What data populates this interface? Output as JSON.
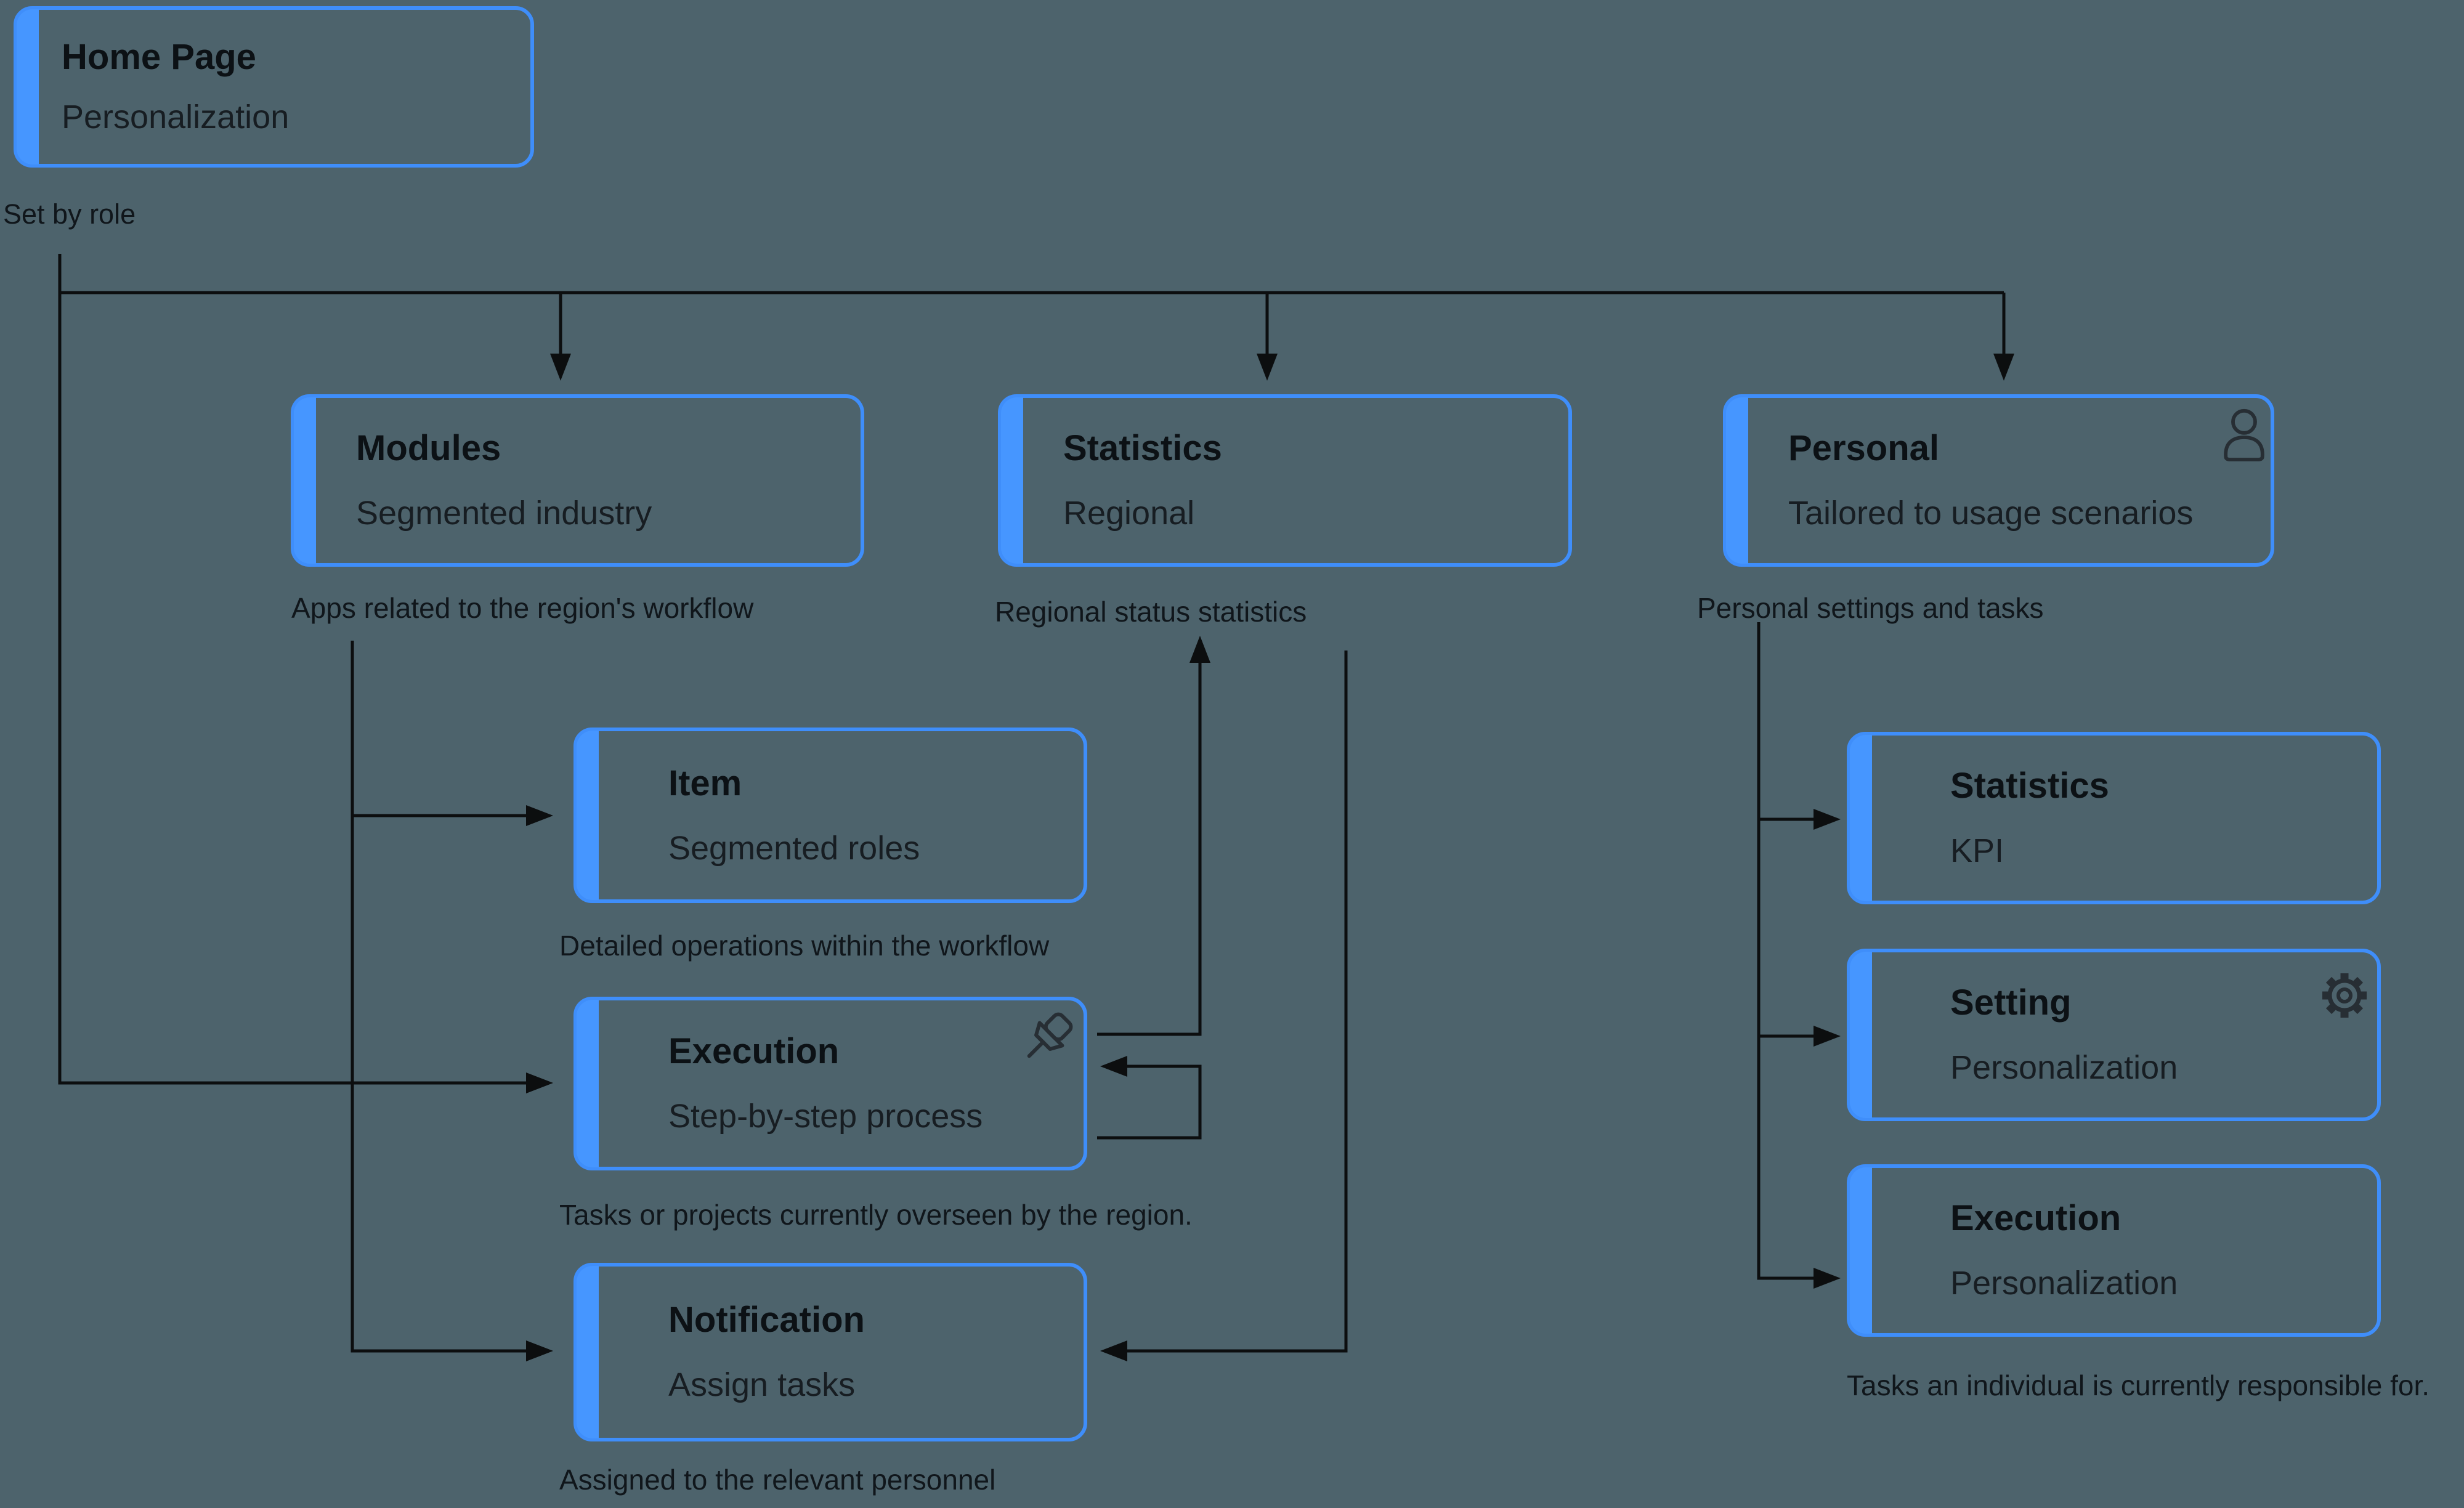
{
  "diagram": {
    "background_color": "#4d636c",
    "accent_color": "#3f8efa",
    "accent_bar_color": "#4696ff",
    "line_color": "#0c0e0f"
  },
  "nodes": {
    "home": {
      "title": "Home Page",
      "subtitle": "Personalization",
      "note": "Set by role"
    },
    "modules": {
      "title": "Modules",
      "subtitle": "Segmented industry",
      "caption": "Apps related to the region's workflow"
    },
    "statistics": {
      "title": "Statistics",
      "subtitle": "Regional",
      "caption": "Regional status statistics"
    },
    "personal": {
      "title": "Personal",
      "subtitle": "Tailored to usage scenarios",
      "caption": "Personal settings and tasks",
      "icon": "user-icon"
    },
    "item": {
      "title": "Item",
      "subtitle": "Segmented roles",
      "caption": "Detailed operations within the workflow"
    },
    "execution": {
      "title": "Execution",
      "subtitle": "Step-by-step process",
      "caption": "Tasks or projects currently overseen by the region.",
      "icon": "pin-icon"
    },
    "notification": {
      "title": "Notification",
      "subtitle": "Assign tasks",
      "caption": "Assigned to the relevant personnel"
    },
    "personal_statistics": {
      "title": "Statistics",
      "subtitle": "KPI"
    },
    "personal_setting": {
      "title": "Setting",
      "subtitle": "Personalization",
      "icon": "gear-icon"
    },
    "personal_execution": {
      "title": "Execution",
      "subtitle": "Personalization",
      "caption": "Tasks an individual is currently responsible for."
    }
  }
}
